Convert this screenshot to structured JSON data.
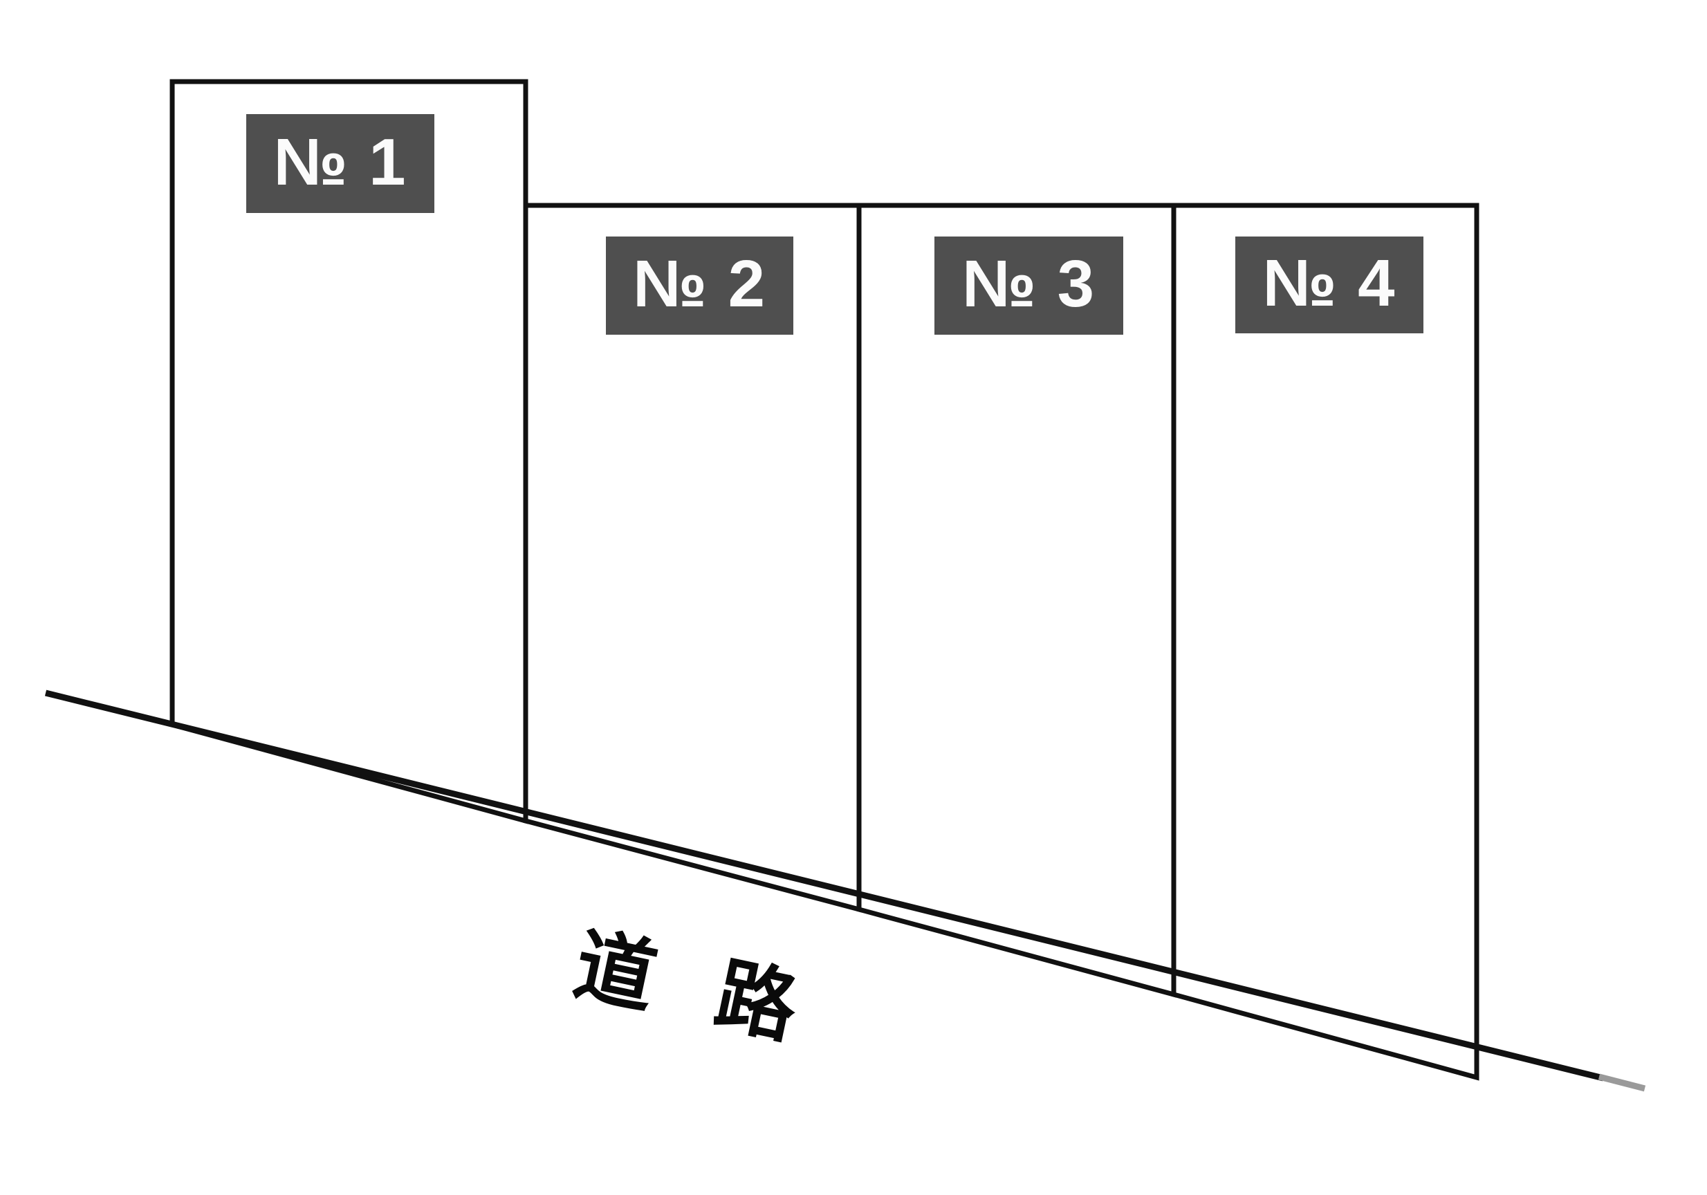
{
  "figure": {
    "kind": "site-subdivision-plan",
    "background_color": "#ffffff",
    "line_color": "#111111",
    "badge_color": "#4f4f4f",
    "badge_text_color": "#fbfbfb",
    "road_tail_color": "#9a9a9a"
  },
  "lots": [
    {
      "id": "lot-1",
      "label": "№ 1"
    },
    {
      "id": "lot-2",
      "label": "№ 2"
    },
    {
      "id": "lot-3",
      "label": "№ 3"
    },
    {
      "id": "lot-4",
      "label": "№ 4"
    }
  ],
  "road": {
    "label": "道 路"
  }
}
